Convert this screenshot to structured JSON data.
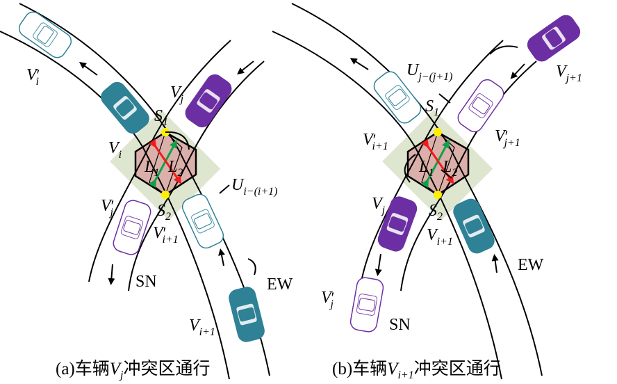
{
  "colors": {
    "teal": "#2f8196",
    "purple": "#6b2fa3",
    "zone": "#dcb0aa",
    "band": "#dfe6cf",
    "red_arrow": "#ee1c1c",
    "green_arrow": "#11a04a",
    "point": "#ffef00"
  },
  "panel_a": {
    "labels": {
      "Vpi": {
        "main": "V",
        "prime": "′",
        "sub": "i"
      },
      "Vj": {
        "main": "V",
        "sub": "j"
      },
      "S1": {
        "main": "S",
        "sub": "1"
      },
      "Vi": {
        "main": "V",
        "sub": "i"
      },
      "L1": {
        "main": "L",
        "sub": "1"
      },
      "L2": {
        "main": "L",
        "sub": "2"
      },
      "U": {
        "main": "U",
        "sub": "i−(i+1)"
      },
      "Vpj": {
        "main": "V",
        "prime": "′",
        "sub": "j"
      },
      "S2": {
        "main": "S",
        "sub": "2"
      },
      "Vpi1": {
        "main": "V",
        "prime": "′",
        "sub": "i+1"
      },
      "Vi1": {
        "main": "V",
        "sub": "i+1"
      },
      "SN": "SN",
      "EW": "EW"
    },
    "caption": {
      "prefix": "(a)车辆",
      "var": "V",
      "sub": "j",
      "suffix": "冲突区通行"
    }
  },
  "panel_b": {
    "labels": {
      "U": {
        "main": "U",
        "sub": "j−(j+1)"
      },
      "Vj1": {
        "main": "V",
        "sub": "j+1"
      },
      "S1": {
        "main": "S",
        "sub": "1"
      },
      "Vpi1": {
        "main": "V",
        "prime": "′",
        "sub": "i+1"
      },
      "Vpj1": {
        "main": "V",
        "prime": "′",
        "sub": "j+1"
      },
      "L1": {
        "main": "L",
        "sub": "1"
      },
      "L2": {
        "main": "L",
        "sub": "2"
      },
      "Vj": {
        "main": "V",
        "sub": "j"
      },
      "S2": {
        "main": "S",
        "sub": "2"
      },
      "Vi1": {
        "main": "V",
        "sub": "i+1"
      },
      "Vpj": {
        "main": "V",
        "prime": "′",
        "sub": "j"
      },
      "SN": "SN",
      "EW": "EW"
    },
    "caption": {
      "prefix": "(b)车辆",
      "var": "V",
      "sub": "i+1",
      "suffix": "冲突区通行"
    }
  }
}
